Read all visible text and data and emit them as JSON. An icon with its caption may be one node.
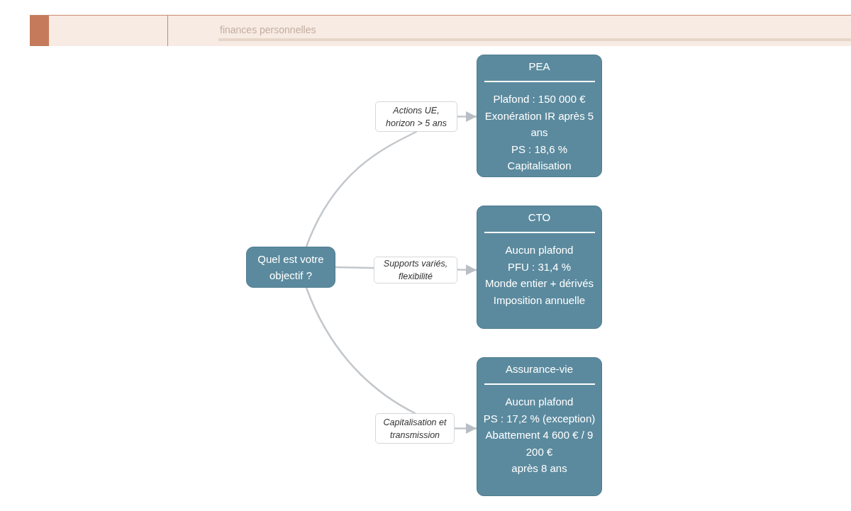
{
  "diagram": {
    "nodes": [
      {
        "text": [
          "Quel est votre objectif ?"
        ]
      },
      {
        "text": [
          "PEA",
          "Plafond : 150 000 €",
          "Exonération IR après 5 ans",
          "PS : 18,6 %",
          "Capitalisation"
        ]
      },
      {
        "text": [
          "CTO",
          "Aucun plafond",
          "PFU : 31,4 %",
          "Monde entier + dérivés",
          "Imposition annuelle"
        ]
      },
      {
        "text": [
          "Assurance-vie",
          "Aucun plafond",
          "PS : 17,2 % (exception)",
          "Abattement 4 600 € / 9 200 €",
          "après 8 ans"
        ]
      }
    ],
    "edges": [
      {
        "from": 0,
        "to": 1,
        "arrow": "to",
        "label": "Actions UE, horizon > 5 ans"
      },
      {
        "from": 0,
        "to": 2,
        "arrow": "to",
        "label": "Supports variés, flexibilité"
      },
      {
        "from": 0,
        "to": 3,
        "arrow": "to",
        "label": "Capitalisation et transmission"
      }
    ],
    "labels": [
      "finances personnelles"
    ]
  }
}
